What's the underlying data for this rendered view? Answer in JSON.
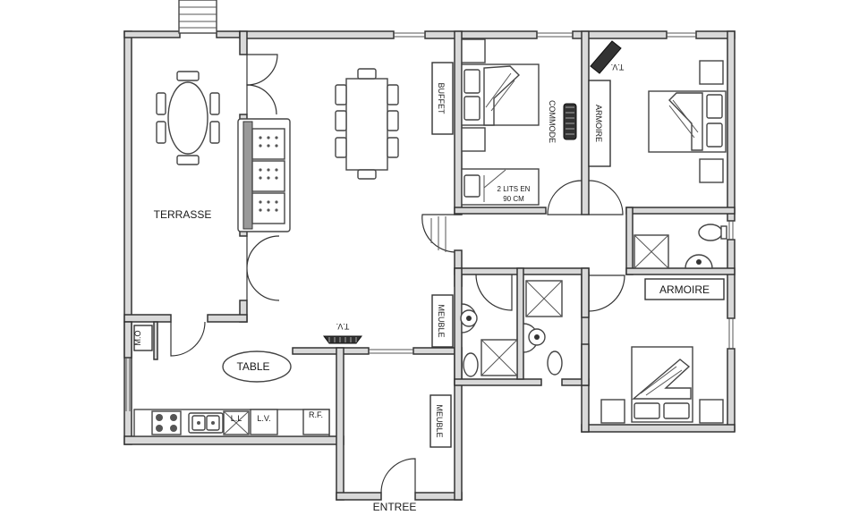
{
  "labels": {
    "terrasse": "TERRASSE",
    "buffet": "BUFFET",
    "commode": "COMMODE",
    "armoire_top": "ARMOIRE",
    "tv_top": "T.V.",
    "lits_line1": "2 LITS EN",
    "lits_line2": "90 CM",
    "armoire_right": "ARMOIRE",
    "meuble_mid": "MEUBLE",
    "tv_mid": "T.V.",
    "table": "TABLE",
    "mo": "M.O",
    "ll": "L.L",
    "lv": "L.V.",
    "rf": "R.F.",
    "meuble_bottom": "MEUBLE",
    "entree": "ENTREE"
  }
}
